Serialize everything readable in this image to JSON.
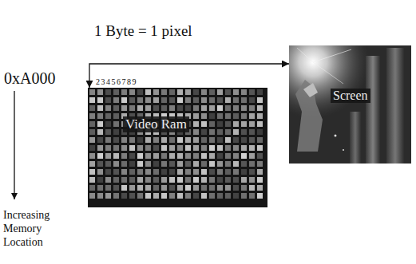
{
  "diagram": {
    "nodes": [
      {
        "text": [
          "Video Ram"
        ]
      },
      {
        "text": [
          "Screen"
        ]
      }
    ],
    "edges": [
      {
        "from": 0,
        "to": 1,
        "arrow": "both",
        "label": "1 Byte = 1 pixel"
      }
    ],
    "labels": [
      "0xA000",
      "23456789",
      "Increasing Memory Location"
    ]
  }
}
